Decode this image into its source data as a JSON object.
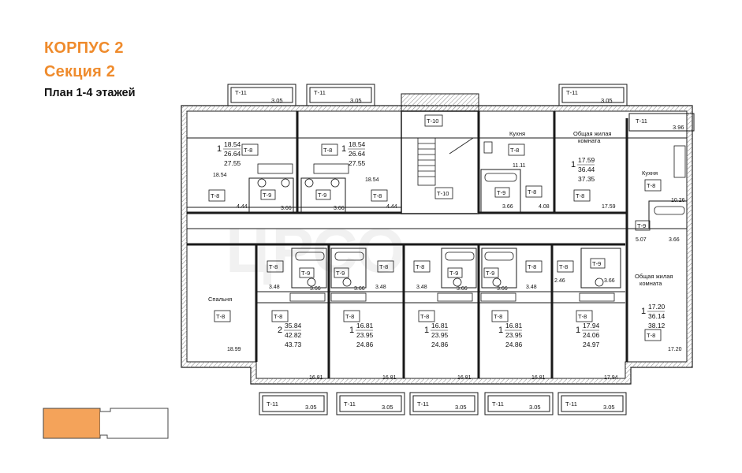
{
  "header": {
    "building": "КОРПУС 2",
    "section": "Секция 2",
    "plan": "План 1-4 этажей"
  },
  "watermark": "ЦРСО",
  "colors": {
    "accent": "#ef8b2c",
    "lines": "#1a1a1a",
    "hatch": "#cfcfcf"
  },
  "rooms": [
    {
      "tag": "Т-8",
      "k": "Т-8"
    },
    {
      "label": "Кухня"
    },
    {
      "label": "Общая жилая комната"
    },
    {
      "label": "Спальня"
    }
  ],
  "apartments_top": [
    {
      "n": "1",
      "a": "18.54",
      "b": "26.64",
      "c": "27.55"
    },
    {
      "n": "1",
      "a": "18.54",
      "b": "26.64",
      "c": "27.55"
    },
    {
      "n": "1",
      "a": "17.59",
      "b": "36.44",
      "c": "37.35"
    }
  ],
  "apartments_bottom": [
    {
      "n": "2",
      "a": "35.84",
      "b": "42.82",
      "c": "43.73"
    },
    {
      "n": "1",
      "a": "16.81",
      "b": "23.95",
      "c": "24.86"
    },
    {
      "n": "1",
      "a": "16.81",
      "b": "23.95",
      "c": "24.86"
    },
    {
      "n": "1",
      "a": "16.81",
      "b": "23.95",
      "c": "24.86"
    },
    {
      "n": "1",
      "a": "17.94",
      "b": "24.06",
      "c": "24.97"
    },
    {
      "n": "1",
      "a": "17.20",
      "b": "36.14",
      "c": "38.12"
    }
  ],
  "labels": {
    "t11": "Т-11",
    "t10": "Т-10",
    "t9": "Т-9",
    "t8": "Т-8",
    "kitchen": "Кухня",
    "living1": "Общая жилая",
    "living2": "комната",
    "bedroom": "Спальня",
    "d305": "3.05",
    "d396": "3.96",
    "d1854": "18.54",
    "d444": "4.44",
    "d366": "3.66",
    "d1111": "11.11",
    "d408": "4.08",
    "d1759": "17.59",
    "d1026": "10.26",
    "d507": "5.07",
    "d348": "3.48",
    "d246": "2.46",
    "d1899": "18.99",
    "d1681": "16.81",
    "d1794": "17.94",
    "d1720": "17.20"
  }
}
